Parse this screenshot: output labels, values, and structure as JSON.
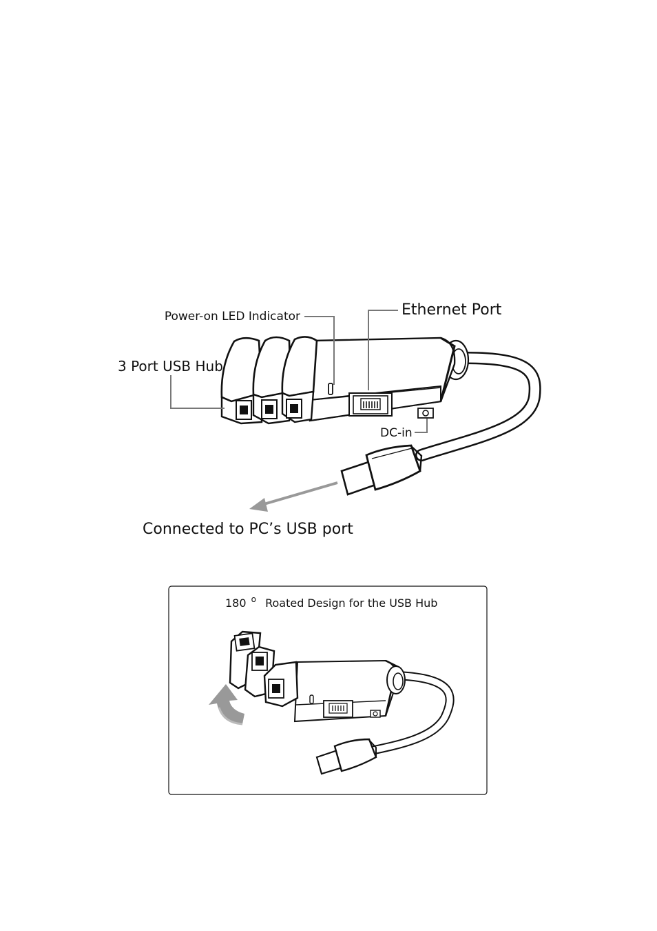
{
  "diagram1": {
    "labels": {
      "led": "Power-on LED Indicator",
      "ethernet": "Ethernet Port",
      "hub": "3 Port USB Hub",
      "dcin": "DC-in",
      "usb_pc": "Connected to PC’s USB port"
    }
  },
  "diagram2": {
    "title_degree": "180",
    "title_sup": "o",
    "title_text": "Roated Design for the USB Hub"
  }
}
